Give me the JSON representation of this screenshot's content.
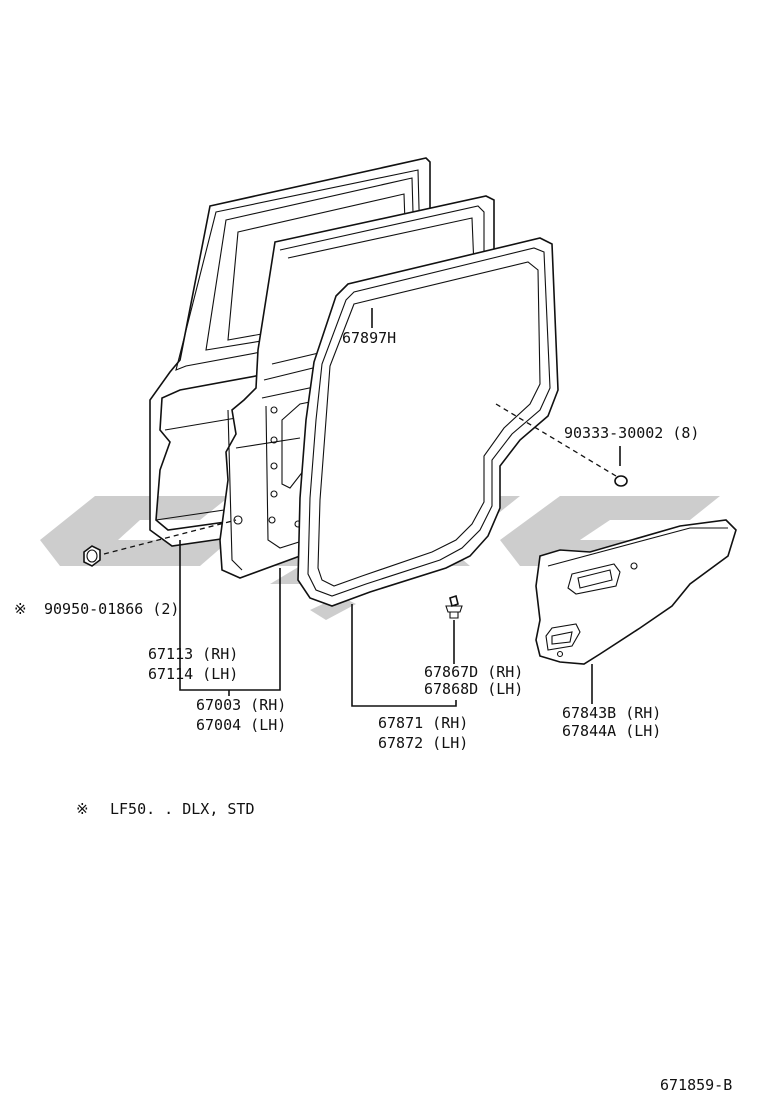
{
  "parts": {
    "weatherstrip_upper": "67897H",
    "screw": "90333-30002 (8)",
    "plug_mark": "※",
    "plug": "90950-01866 (2)",
    "glass_run_rh": "67113 (RH)",
    "glass_run_lh": "67114 (LH)",
    "door_panel_rh": "67003 (RH)",
    "door_panel_lh": "67004 (LH)",
    "clip_rh": "67867D (RH)",
    "clip_lh": "67868D (LH)",
    "weatherstrip_rh": "67871 (RH)",
    "weatherstrip_lh": "67872 (LH)",
    "trim_board_rh": "67843B (RH)",
    "trim_board_lh": "67844A (LH)"
  },
  "note": {
    "mark": "※",
    "text": "LF50. . DLX, STD"
  },
  "figure_id": "671859-B",
  "watermark": "logo"
}
